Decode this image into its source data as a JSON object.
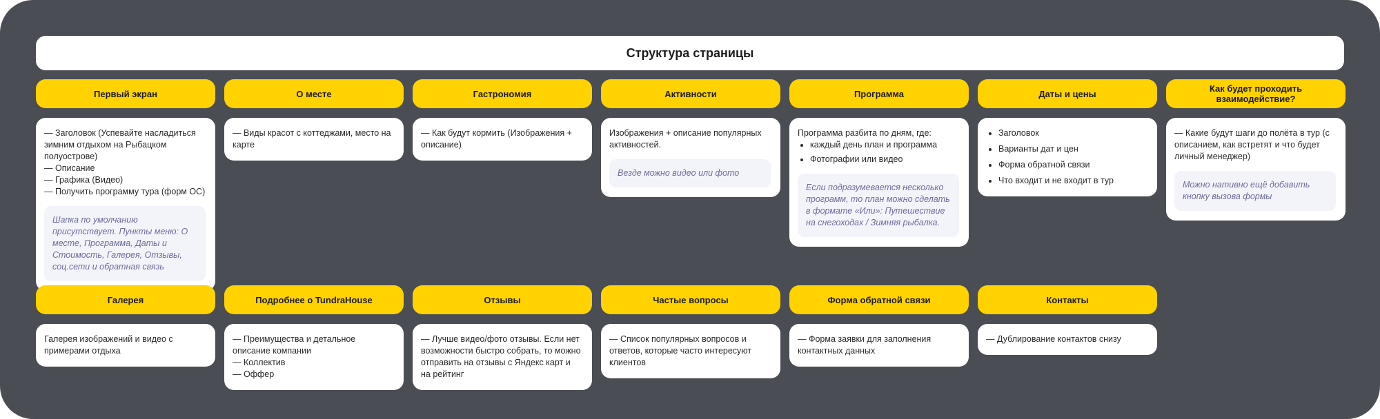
{
  "title": "Структура страницы",
  "row1": [
    {
      "title": "Первый экран",
      "lines": [
        "— Заголовок (Успевайте насладиться зимним отдыхом на Рыбацком полуострове)",
        "— Описание",
        "— Графика (Видео)",
        "— Получить программу тура (форм ОС)"
      ],
      "note": "Шапка по умолчанию присутствует. Пункты меню: О месте, Программа, Даты и Стоимость, Галерея, Отзывы, соц.сети и обратная связь"
    },
    {
      "title": "О месте",
      "lines": [
        "— Виды красот с коттеджами, место на карте"
      ]
    },
    {
      "title": "Гастрономия",
      "lines": [
        "— Как будут кормить (Изображения + описание)"
      ]
    },
    {
      "title": "Активности",
      "lines": [
        "Изображения + описание популярных активностей."
      ],
      "note": "Везде можно видео или фото"
    },
    {
      "title": "Программа",
      "intro": "Программа разбита по дням, где:",
      "bullets": [
        "каждый день план и программа",
        "Фотографии или видео"
      ],
      "note": "Если подразумевается несколько программ, то план можно сделать в формате «Или»: Путешествие на снегоходах / Зимняя рыбалка."
    },
    {
      "title": "Даты и цены",
      "bullets": [
        "Заголовок",
        "Варианты дат и цен",
        "Форма обратной связи",
        "Что входит и не входит в тур"
      ]
    },
    {
      "title": "Как будет проходить взаимодействие?",
      "lines": [
        "— Какие будут шаги до полёта в тур (с описанием, как встретят и что будет личный менеджер)"
      ],
      "note": "Можно нативно ещё добавить кнопку вызова формы"
    }
  ],
  "row2": [
    {
      "title": "Галерея",
      "lines": [
        "Галерея изображений и видео с примерами отдыха"
      ]
    },
    {
      "title": "Подробнее о TundraHouse",
      "lines": [
        "— Преимущества и детальное описание компании",
        "— Коллектив",
        "— Оффер"
      ]
    },
    {
      "title": "Отзывы",
      "lines": [
        "— Лучше видео/фото отзывы. Если нет возможности быстро собрать, то можно отправить на отзывы с Яндекс карт и на рейтинг"
      ]
    },
    {
      "title": "Частые вопросы",
      "lines": [
        "— Список популярных вопросов и ответов, которые часто интересуют клиентов"
      ]
    },
    {
      "title": "Форма обратной связи",
      "lines": [
        "— Форма заявки для заполнения контактных данных"
      ]
    },
    {
      "title": "Контакты",
      "lines": [
        "— Дублирование контактов снизу"
      ]
    }
  ]
}
